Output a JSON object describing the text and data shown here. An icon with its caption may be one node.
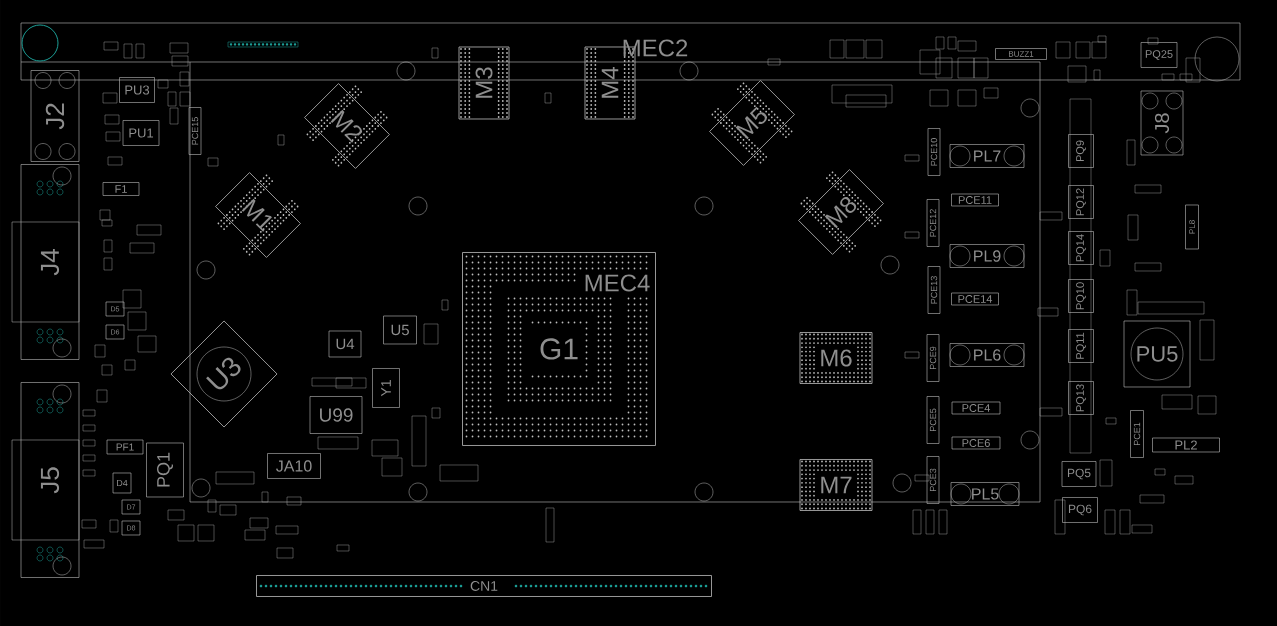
{
  "diagram": {
    "nodes": [
      {
        "text": [
          "J2"
        ]
      },
      {
        "text": [
          "J4"
        ]
      },
      {
        "text": [
          "J5"
        ]
      },
      {
        "text": [
          "PU3"
        ]
      },
      {
        "text": [
          "PU1"
        ]
      },
      {
        "text": [
          "F1"
        ]
      },
      {
        "text": [
          "PCE15"
        ]
      },
      {
        "text": [
          "M2"
        ]
      },
      {
        "text": [
          "M1"
        ]
      },
      {
        "text": [
          "M3"
        ]
      },
      {
        "text": [
          "M4"
        ]
      },
      {
        "text": [
          "M5"
        ]
      },
      {
        "text": [
          "M8"
        ]
      },
      {
        "text": [
          "G1"
        ]
      },
      {
        "text": [
          "U3"
        ]
      },
      {
        "text": [
          "U4"
        ]
      },
      {
        "text": [
          "U5"
        ]
      },
      {
        "text": [
          "U99"
        ]
      },
      {
        "text": [
          "Y1"
        ]
      },
      {
        "text": [
          "PF1"
        ]
      },
      {
        "text": [
          "PQ1"
        ]
      },
      {
        "text": [
          "D4"
        ]
      },
      {
        "text": [
          "JA10"
        ]
      },
      {
        "text": [
          "M6"
        ]
      },
      {
        "text": [
          "M7"
        ]
      },
      {
        "text": [
          "CN1"
        ]
      },
      {
        "text": [
          "BUZZ1"
        ]
      },
      {
        "text": [
          "PQ25"
        ]
      },
      {
        "text": [
          "J8"
        ]
      },
      {
        "text": [
          "PCE10"
        ]
      },
      {
        "text": [
          "PL7"
        ]
      },
      {
        "text": [
          "PCE11"
        ]
      },
      {
        "text": [
          "PCE12"
        ]
      },
      {
        "text": [
          "PL9"
        ]
      },
      {
        "text": [
          "PCE13"
        ]
      },
      {
        "text": [
          "PCE14"
        ]
      },
      {
        "text": [
          "PL6"
        ]
      },
      {
        "text": [
          "PCE9"
        ]
      },
      {
        "text": [
          "PCE4"
        ]
      },
      {
        "text": [
          "PCE5"
        ]
      },
      {
        "text": [
          "PCE6"
        ]
      },
      {
        "text": [
          "PCE3"
        ]
      },
      {
        "text": [
          "PL5"
        ]
      },
      {
        "text": [
          "PQ9"
        ]
      },
      {
        "text": [
          "PQ12"
        ]
      },
      {
        "text": [
          "PQ14"
        ]
      },
      {
        "text": [
          "PQ10"
        ]
      },
      {
        "text": [
          "PQ11"
        ]
      },
      {
        "text": [
          "PQ13"
        ]
      },
      {
        "text": [
          "PU5"
        ]
      },
      {
        "text": [
          "PCE1"
        ]
      },
      {
        "text": [
          "PL2"
        ]
      },
      {
        "text": [
          "PQ5"
        ]
      },
      {
        "text": [
          "PQ6"
        ]
      },
      {
        "text": [
          "D5"
        ]
      },
      {
        "text": [
          "D6"
        ]
      },
      {
        "text": [
          "D7"
        ]
      },
      {
        "text": [
          "D8"
        ]
      },
      {
        "text": [
          "PL8"
        ]
      }
    ],
    "labels": [
      "MEC2",
      "MEC4"
    ]
  }
}
